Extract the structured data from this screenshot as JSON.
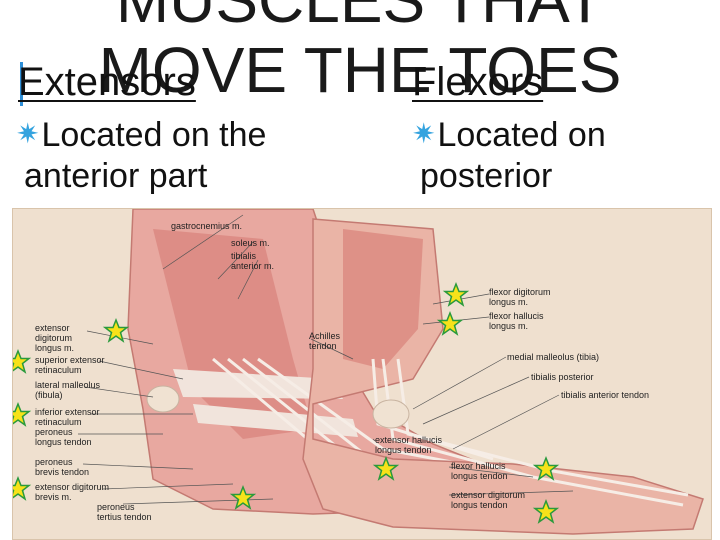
{
  "title": {
    "line1": "MUSCLES THAT",
    "line2": "MOVE THE TOES"
  },
  "left_column": {
    "heading": "Extensors",
    "bullet_line1": "Located on the",
    "bullet_line2": "anterior part"
  },
  "right_column": {
    "heading": "Flexors",
    "bullet_line1": "Located on",
    "bullet_line2": "posterior"
  },
  "illustration": {
    "labels": {
      "gastrocnemius": "gastrocnemius m.",
      "soleus": "soleus m.",
      "tibialis_anterior": "tibialis\nanterior m.",
      "extensor_digitorum_longus": "extensor\ndigitorum\nlongus m.",
      "superior_extensor_retinaculum": "superior extensor\nretinaculum",
      "lateral_malleolus": "lateral malleolus\n(fibula)",
      "inferior_extensor_retinaculum": "inferior extensor\nretinaculum",
      "peroneus_longus_tendon": "peroneus\nlongus tendon",
      "peroneus_brevis_tendon": "peroneus\nbrevis tendon",
      "extensor_digitorum_brevis": "extensor digitorum\nbrevis m.",
      "peroneus_tertius_tendon": "peroneus\ntertius tendon",
      "achilles_tendon": "Achilles\ntendon",
      "flexor_digitorum_longus": "flexor digitorum\nlongus m.",
      "flexor_hallucis_longus": "flexor hallucis\nlongus m.",
      "medial_malleolus": "medial malleolus (tibia)",
      "tibialis_posterior": "tibialis posterior",
      "tibialis_anterior_tendon": "tibialis anterior tendon",
      "extensor_hallucis_longus_tendon": "extensor hallucis\nlongus tendon",
      "flexor_hallucis_longus_tendon": "flexor hallucis\nlongus tendon",
      "extensor_digitorum_longus_tendon": "extensor digitorum\nlongus tendon"
    }
  },
  "colors": {
    "bullet_star": "#34a3df",
    "marker_star_fill": "#f7e21a",
    "marker_star_stroke": "#2a9a3c",
    "accent_bar": "#2e8fd8"
  },
  "icons": {
    "bullet": "star-bullet-icon",
    "marker": "star-marker-icon"
  }
}
